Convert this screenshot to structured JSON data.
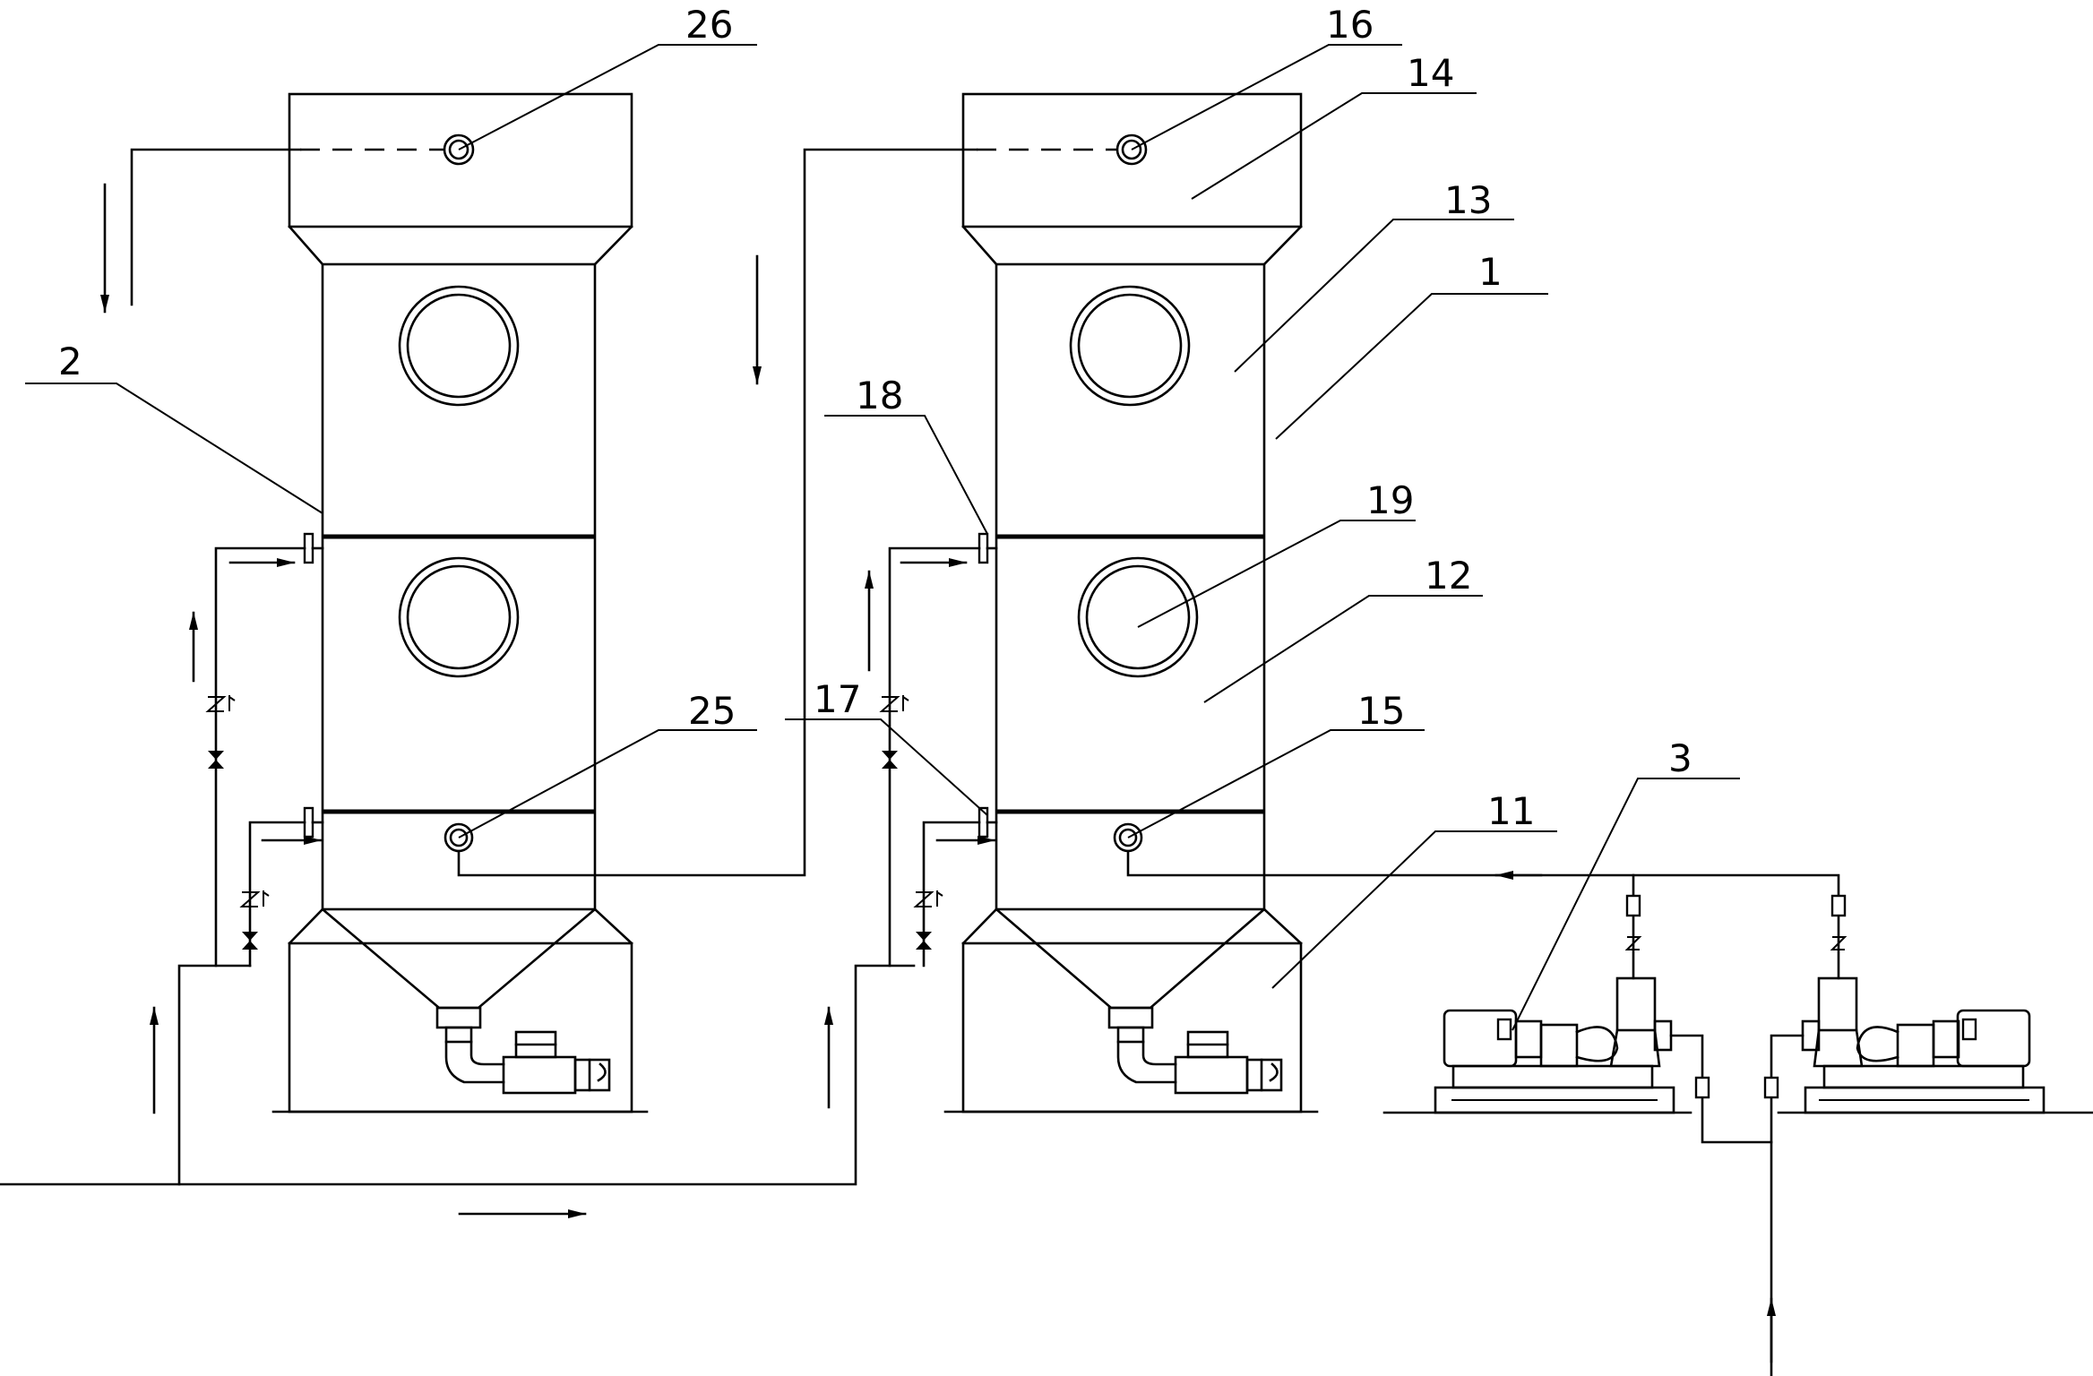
{
  "labels": {
    "l26": "26",
    "l16": "16",
    "l14": "14",
    "l13": "13",
    "l1": "1",
    "l2": "2",
    "l18": "18",
    "l19": "19",
    "l12": "12",
    "l25": "25",
    "l17": "17",
    "l15": "15",
    "l3": "3",
    "l11": "11"
  }
}
